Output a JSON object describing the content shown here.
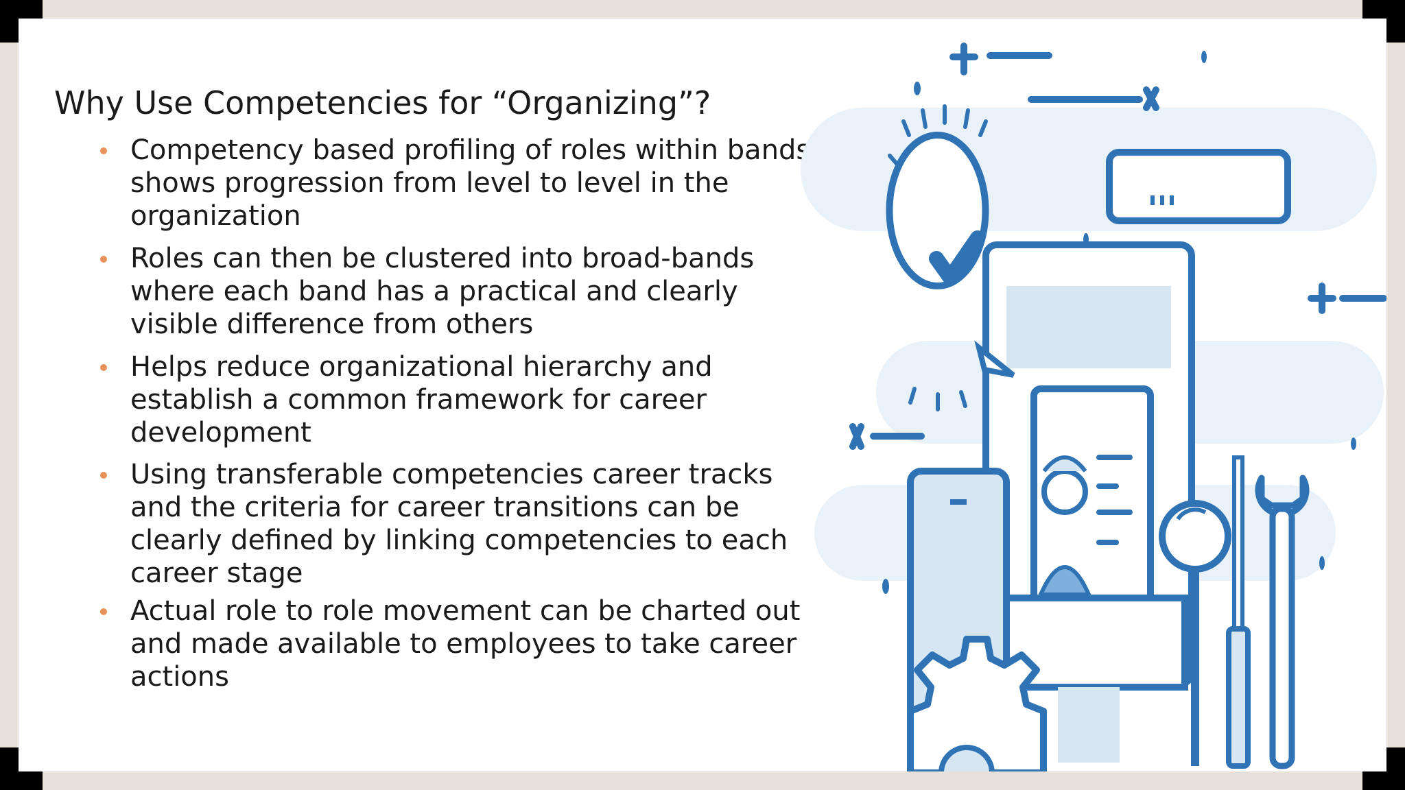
{
  "slide": {
    "title": "Why Use Competencies for “Organizing”?",
    "bullets": [
      "Competency based profiling of roles within bands shows progression from level to level in the organization",
      "Roles can then be clustered into broad-bands where each band has a practical and clearly visible difference from others",
      "Helps reduce organizational hierarchy and establish a common framework for career development",
      "Using transferable competencies career tracks and the criteria for career transitions can be clearly defined by linking competencies to each career stage",
      "Actual role to role movement can be charted out and made available to employees to take career actions"
    ],
    "bullet_color": "#e8925a",
    "illustration": {
      "icons": [
        "checkmark-badge-icon",
        "profile-card-icon",
        "magnifier-icon",
        "wrench-icon",
        "screwdriver-icon",
        "gear-icon",
        "browser-window-icon",
        "mobile-device-icon"
      ],
      "primary_color": "#2f73b5",
      "accent_color": "#d6e6f3"
    }
  }
}
